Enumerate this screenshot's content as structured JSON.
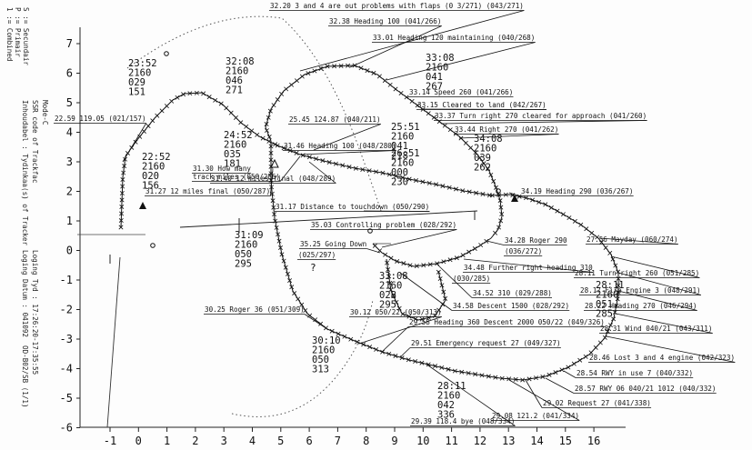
{
  "axes": {
    "x_ticks": [
      "-1",
      "0",
      "1",
      "2",
      "3",
      "4",
      "5",
      "6",
      "7",
      "8",
      "9",
      "10",
      "11",
      "12",
      "13",
      "14",
      "15",
      "16"
    ],
    "y_ticks": [
      "7",
      "6",
      "5",
      "4",
      "3",
      "2",
      "1",
      "0",
      "-1",
      "-2",
      "-3",
      "-4",
      "-5",
      "-6"
    ]
  },
  "side_header_left": [
    "1 := Combined",
    "P := Primair",
    "S := Secundair"
  ],
  "side_header_right": [
    "Inhoudabel : Tydinkaa(s) of Tracker",
    "SSR code of Trackfac",
    "Mode-C",
    "Loging Datum : 041092",
    "Loging Tyd : 17:26:20-17:35:55",
    "OD-B02/SB (1/1)"
  ],
  "datablocks": [
    {
      "lines": [
        "23:52",
        "2160",
        "029",
        "151"
      ]
    },
    {
      "lines": [
        "32:08",
        "2160",
        "046",
        "271"
      ]
    },
    {
      "lines": [
        "33:08",
        "2160",
        "041",
        "267"
      ]
    },
    {
      "lines": [
        "24:52",
        "2160",
        "035",
        "181"
      ]
    },
    {
      "lines": [
        "25:51",
        "2160",
        "041",
        "218"
      ]
    },
    {
      "lines": [
        "26:51",
        "2160",
        "000",
        "230"
      ]
    },
    {
      "lines": [
        "34:08",
        "2160",
        "039",
        "262"
      ]
    },
    {
      "lines": [
        "22:52",
        "2160",
        "020",
        "156"
      ]
    },
    {
      "lines": [
        "31:09",
        "2160",
        "050",
        "295"
      ]
    },
    {
      "lines": [
        "33:08",
        "2160",
        "028",
        "295"
      ]
    },
    {
      "lines": [
        "28:11",
        "2160",
        "051",
        "285"
      ]
    },
    {
      "lines": [
        "30:10",
        "2160",
        "050",
        "313"
      ]
    },
    {
      "lines": [
        "28:11",
        "2160",
        "042",
        "336"
      ]
    }
  ],
  "labels": [
    "32.20 3 and 4 are out problems with flaps (0 3/271) (043/271)",
    "32.38 Heading 100 (041/266)",
    "33.01 Heading 120 maintaining (040/268)",
    "33.14 Speed 260 (041/266)",
    "33.15 Cleared to land (042/267)",
    "33.37 Turn right 270 cleared for approach (041/260)",
    "33.44 Right 270 (041/262)",
    "22.59 119.05 (021/157)",
    "25.45 124.87 (040/211)",
    "31.46 Heading 100 (048/280)",
    "31.30 How many",
    "track miles (050/286)",
    "31.40 12 miles final (048/289)",
    "31.27 12 miles final (050/287)",
    "31.17 Distance to touchdown (050/290)",
    "34.19 Heading 290 (036/267)",
    "35.03 Controlling problem (028/292)",
    "35.25 Going Down",
    "(025/297)",
    "34.28 Roger 290",
    "(036/272)",
    "34.48 Further right heading 310",
    "(030/285)",
    "34.52 310 (029/288)",
    "34.58 Descent 1500 (028/292)",
    "27.56 Mayday (060/274)",
    "28.11 Turn right 260 (051/285)",
    "28.17 Fire Engine 3 (048/291)",
    "28.22 Heading 270 (046/294)",
    "28.31 Wind 040/21 (043/311)",
    "28.46 Lost 3 and 4 engine (042/323)",
    "28.54 RWY in use 7 (040/332)",
    "28.57 RWY 06 040/21 1012 (040/332)",
    "29.02 Request 27 (041/338)",
    "29.08 121.2 (041/334)",
    "29.39 118.4 bye (048/334)",
    "29.51 Emergency request 27 (049/327)",
    "29.58 Heading 360 Descent 2000 050/22 (049/326)",
    "30.12 050/22 (050/313)",
    "30.25 Roger 36 (051/309)"
  ],
  "markers": {
    "question": "?"
  }
}
